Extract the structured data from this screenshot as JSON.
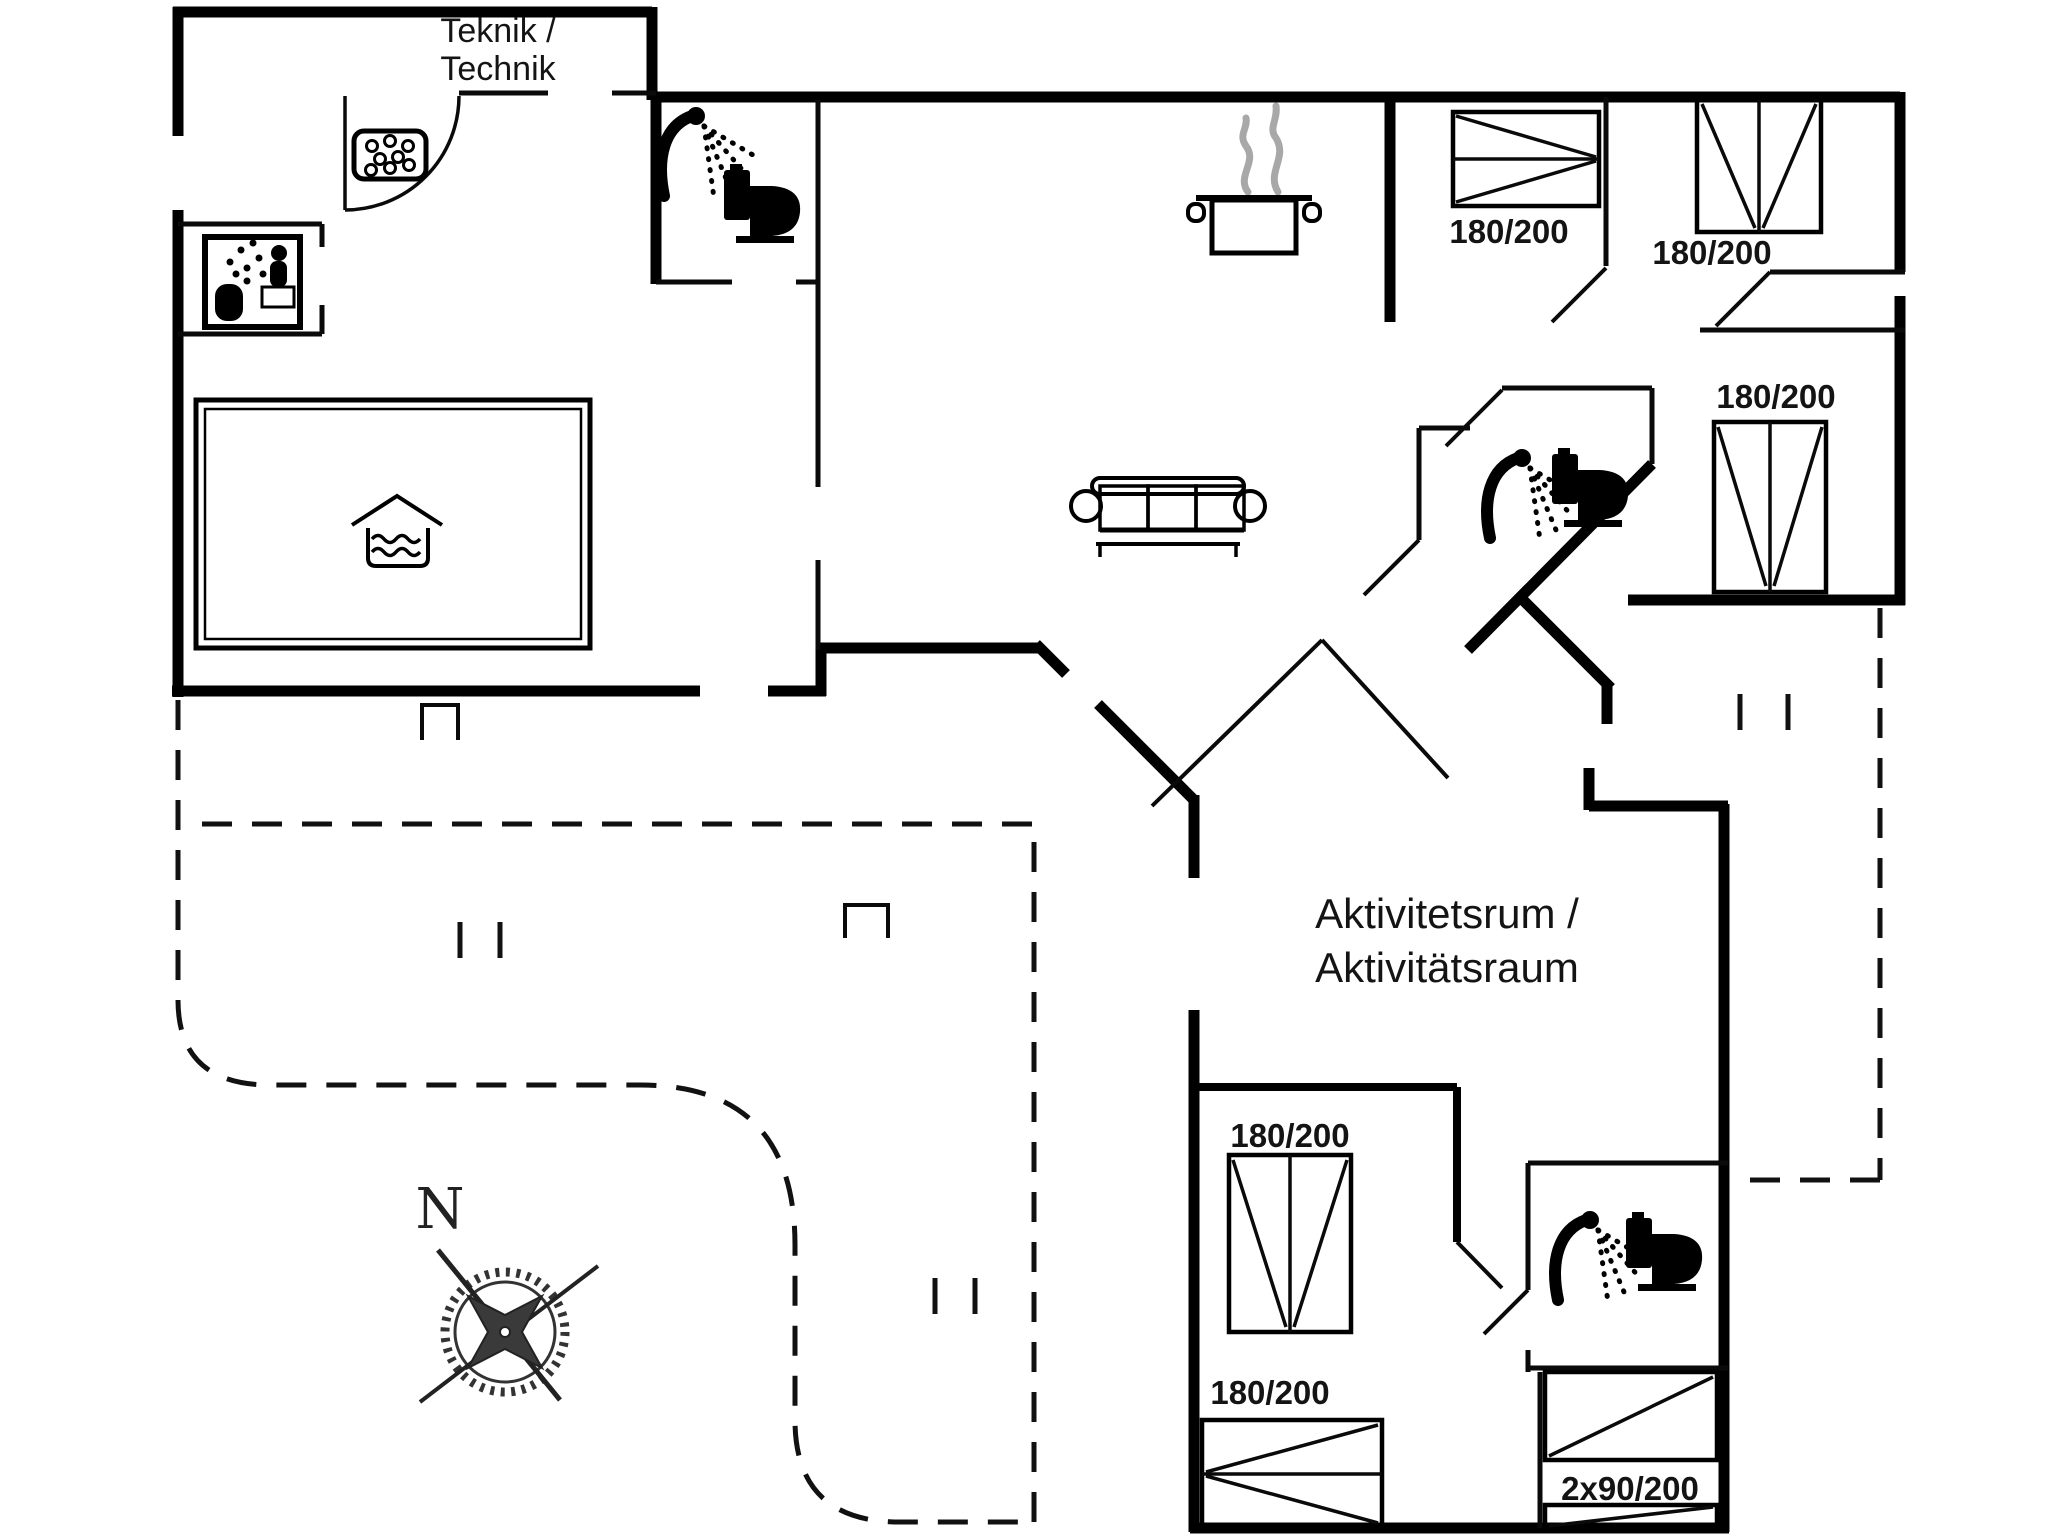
{
  "plan_labels": {
    "utility_room": {
      "line1": "Teknik /",
      "line2": "Technik"
    },
    "activity_room": {
      "line1": "Aktivitetsrum /",
      "line2": "Aktivitätsraum"
    },
    "compass_north": "N"
  },
  "bed_sizes": {
    "bedroom_top_1": "180/200",
    "bedroom_top_2": "180/200",
    "bedroom_right": "180/200",
    "bedroom_bottom_vertical": "180/200",
    "bedroom_bottom_horizontal": "180/200",
    "bedroom_bottom_right_bunks": "2x90/200"
  },
  "icons": [
    "washing-machine-icon",
    "sauna-icon",
    "covered-pool-icon",
    "shower-icon",
    "toilet-icon",
    "cooking-pot-icon",
    "sofa-icon",
    "compass-rose-icon",
    "door-swing-arc-icon"
  ],
  "colors": {
    "walls": "#000000",
    "steam": "#a8a8a8",
    "background": "#ffffff",
    "compass": "#333333"
  }
}
